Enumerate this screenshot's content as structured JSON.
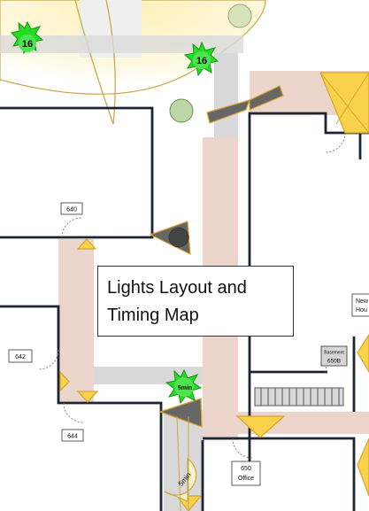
{
  "title": "Lights Layout and Timing Map",
  "rooms": {
    "r640": "640",
    "r642": "642",
    "r644": "644",
    "r650": "650",
    "r650_name": "Office",
    "r650b_line1": "Basement",
    "r650b_line2": "650B",
    "partial_top": "New",
    "partial_bottom": "Hou"
  },
  "lights": {
    "sensor_a": "16",
    "sensor_b": "16",
    "sensor_c": "5min",
    "coverage_label": "5min"
  },
  "colors": {
    "corridor": "#ecd6cb",
    "sensor_burst": "#22dd22",
    "light_triangle": "#f8d24a",
    "grey_path": "#d9d9d9",
    "wall": "#1c2333",
    "lawn_glow": "#fdf4c8",
    "tree": "#bcd7a6"
  }
}
